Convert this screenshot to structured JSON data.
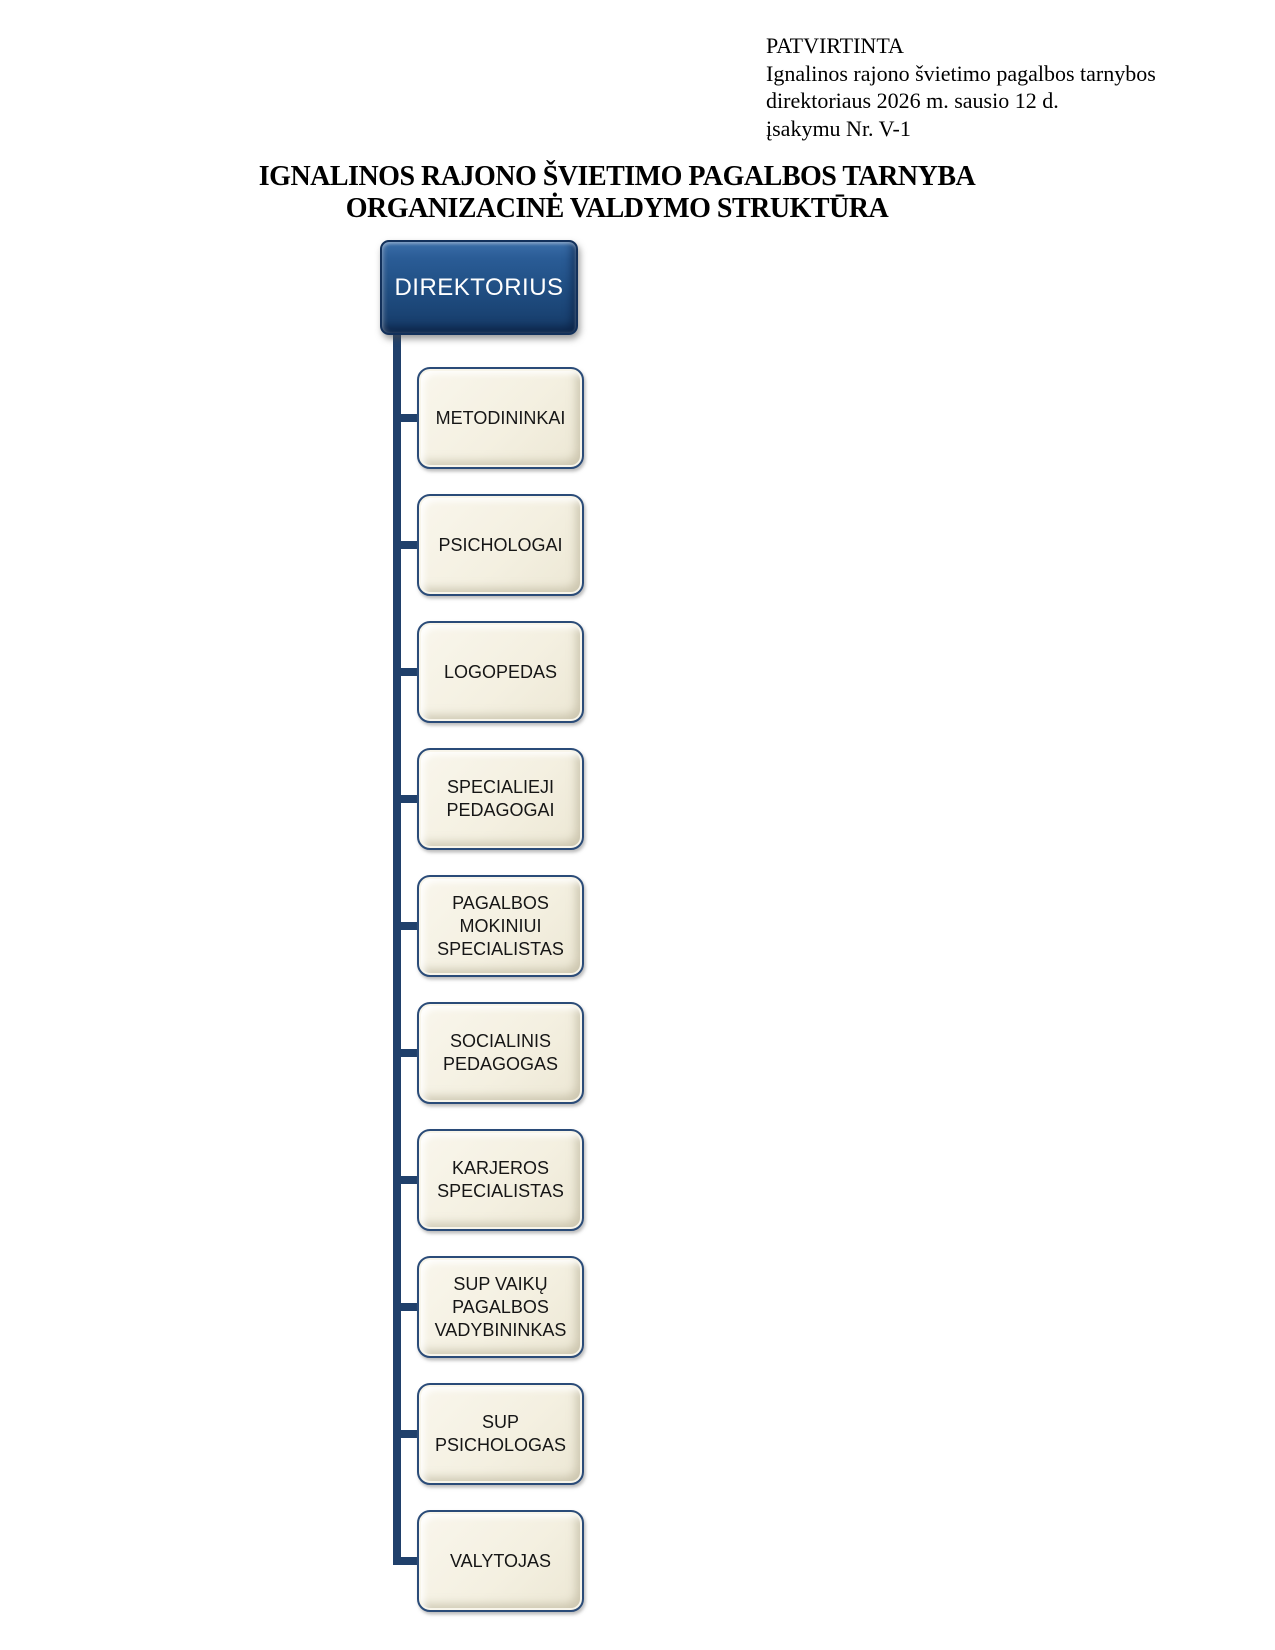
{
  "approval": {
    "lines": [
      "PATVIRTINTA",
      "Ignalinos rajono švietimo pagalbos tarnybos",
      "direktoriaus 2026 m. sausio 12 d.",
      "įsakymu Nr. V-1"
    ]
  },
  "title": {
    "line1": "IGNALINOS RAJONO ŠVIETIMO PAGALBOS TARNYBA",
    "line2": "ORGANIZACINĖ VALDYMO STRUKTŪRA"
  },
  "chart": {
    "type": "org-hierarchy",
    "root": {
      "label": "DIREKTORIUS"
    },
    "subordinates": [
      {
        "label": "METODININKAI"
      },
      {
        "label": "PSICHOLOGAI"
      },
      {
        "label": "LOGOPEDAS"
      },
      {
        "label": "SPECIALIEJI PEDAGOGAI"
      },
      {
        "label": "PAGALBOS MOKINIUI SPECIALISTAS"
      },
      {
        "label": "SOCIALINIS PEDAGOGAS"
      },
      {
        "label": "KARJEROS SPECIALISTAS"
      },
      {
        "label": "SUP VAIKŲ PAGALBOS VADYBININKAS"
      },
      {
        "label": "SUP PSICHOLOGAS"
      },
      {
        "label": "VALYTOJAS"
      }
    ],
    "colors": {
      "root_fill": "#1F4C82",
      "root_border": "#12305A",
      "root_text": "#FFFFFF",
      "child_fill": "#F4F0E1",
      "child_border": "#2A4B78",
      "child_text": "#161616",
      "connector": "#20406B"
    }
  }
}
